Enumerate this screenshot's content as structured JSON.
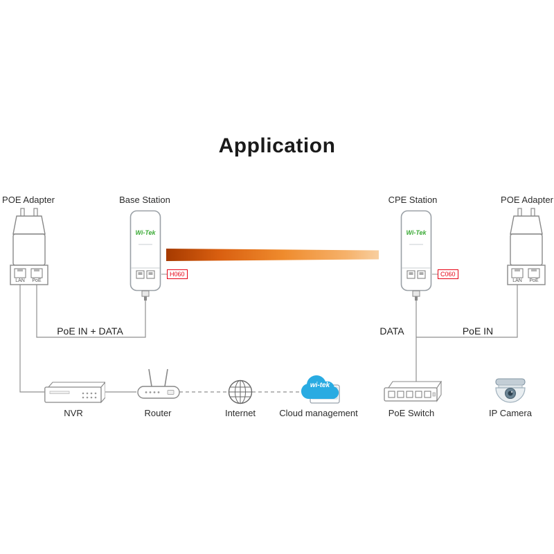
{
  "title": "Application",
  "devices": {
    "poe_adapter_left": {
      "label": "POE Adapter",
      "ports": [
        "LAN",
        "PoE"
      ]
    },
    "base_station": {
      "label": "Base Station",
      "model": "H060",
      "brand": "Wi-Tek"
    },
    "cpe_station": {
      "label": "CPE Station",
      "model": "C060",
      "brand": "Wi-Tek"
    },
    "poe_adapter_right": {
      "label": "POE Adapter",
      "ports": [
        "LAN",
        "PoE"
      ]
    },
    "nvr": {
      "label": "NVR"
    },
    "router": {
      "label": "Router"
    },
    "internet": {
      "label": "Internet"
    },
    "cloud": {
      "label": "Cloud management",
      "brand": "wi-tek"
    },
    "poe_switch": {
      "label": "PoE Switch"
    },
    "ip_camera": {
      "label": "IP Camera"
    }
  },
  "connections": {
    "left_link": "PoE IN + DATA",
    "cpe_data": "DATA",
    "cpe_poe": "PoE IN"
  },
  "colors": {
    "brand_green": "#3aaa35",
    "model_red": "#e60012",
    "cloud_blue": "#29abe2",
    "beam_start": "#a63a00",
    "beam_end": "#f8cfa0",
    "line_gray": "#8f8f8f"
  }
}
